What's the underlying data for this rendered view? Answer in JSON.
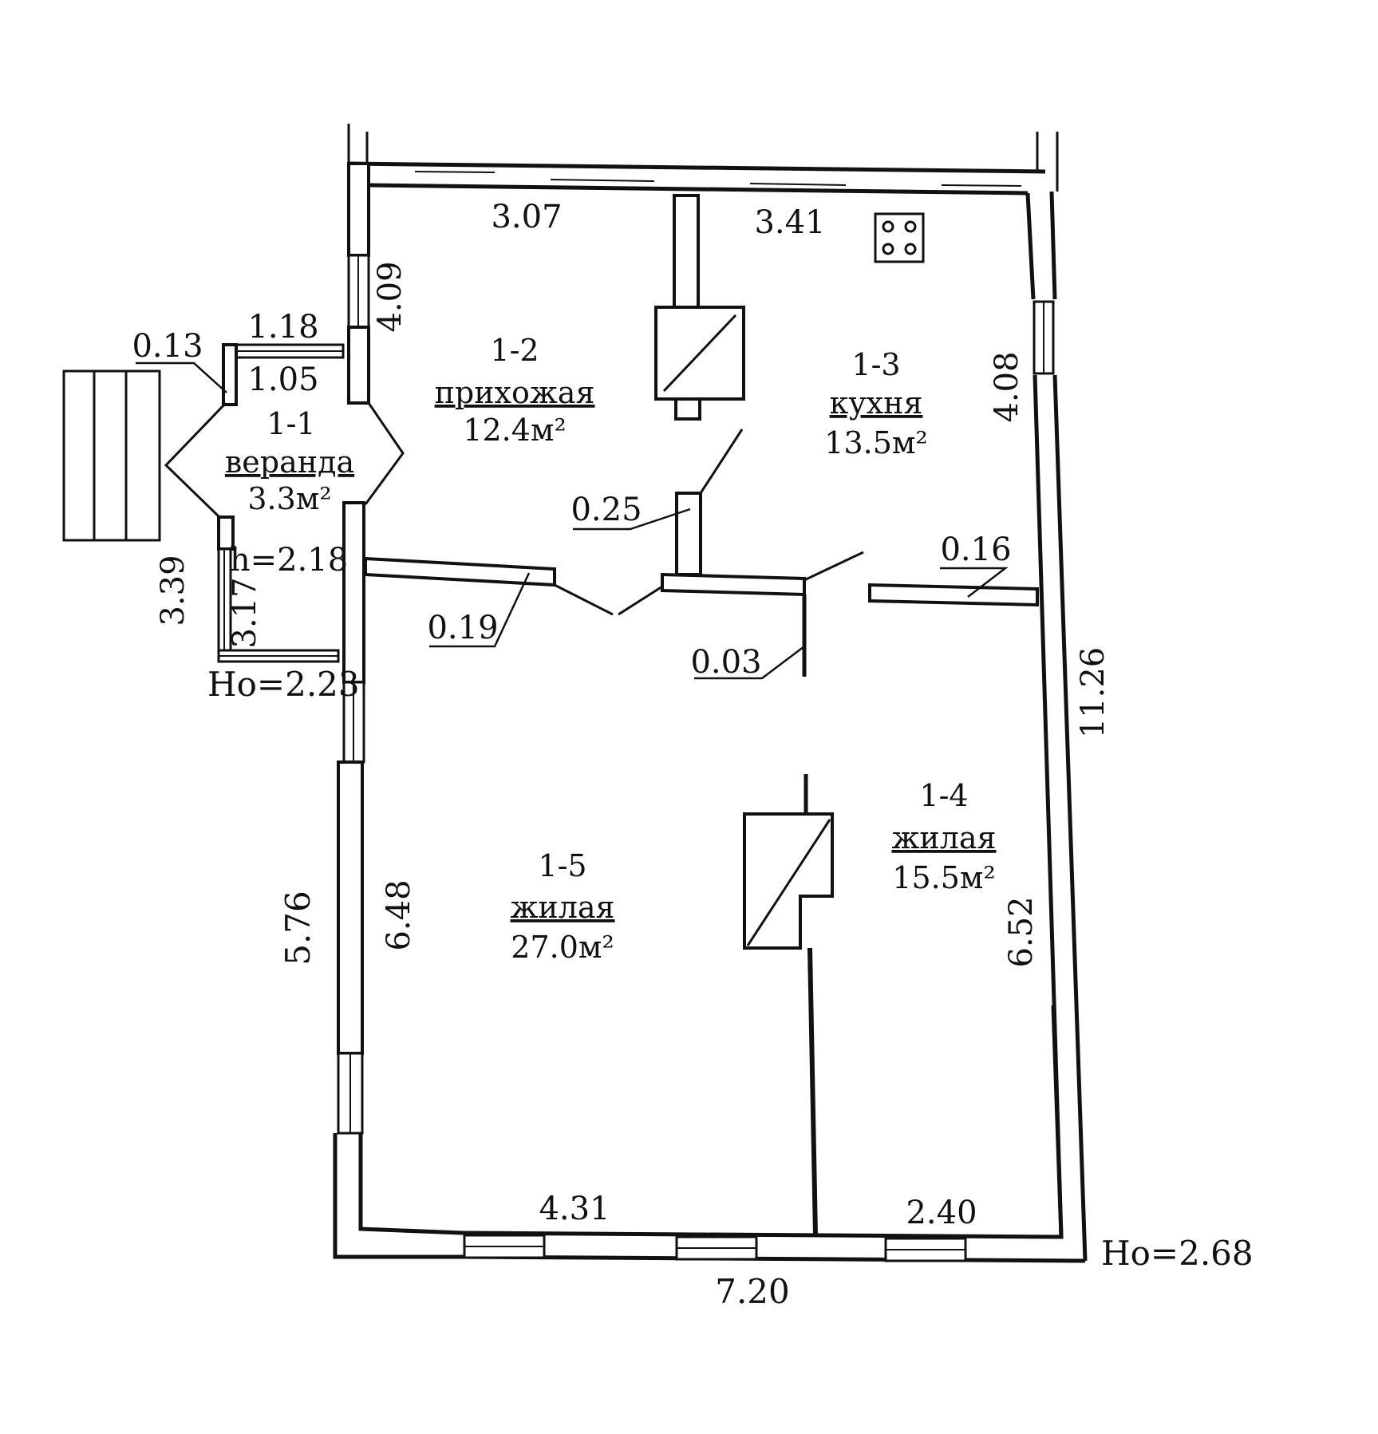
{
  "rooms": [
    {
      "id": "1-1",
      "name": "веранда",
      "area": "3.3м²"
    },
    {
      "id": "1-2",
      "name": "прихожая",
      "area": "12.4м²"
    },
    {
      "id": "1-3",
      "name": "кухня",
      "area": "13.5м²"
    },
    {
      "id": "1-4",
      "name": "жилая",
      "area": "15.5м²"
    },
    {
      "id": "1-5",
      "name": "жилая",
      "area": "27.0м²"
    }
  ],
  "dimensions": {
    "top_left": "3.07",
    "top_right": "3.41",
    "left_upper": "4.09",
    "right_upper": "4.08",
    "veranda_top_outer": "1.18",
    "veranda_top_inner": "1.05",
    "veranda_wall": "0.13",
    "veranda_side_outer": "3.39",
    "veranda_side_inner": "3.17",
    "veranda_height": "h=2.18",
    "veranda_base_height": "Ho=2.23",
    "partition_025": "0.25",
    "partition_019": "0.19",
    "partition_016": "0.16",
    "partition_003": "0.03",
    "right_total": "11.26",
    "left_lower_outer": "5.76",
    "left_lower_inner": "6.48",
    "right_lower": "6.52",
    "bottom_left": "4.31",
    "bottom_right": "2.40",
    "bottom_total": "7.20",
    "base_height": "Ho=2.68"
  },
  "colors": {
    "line": "#111111",
    "background": "#ffffff"
  }
}
